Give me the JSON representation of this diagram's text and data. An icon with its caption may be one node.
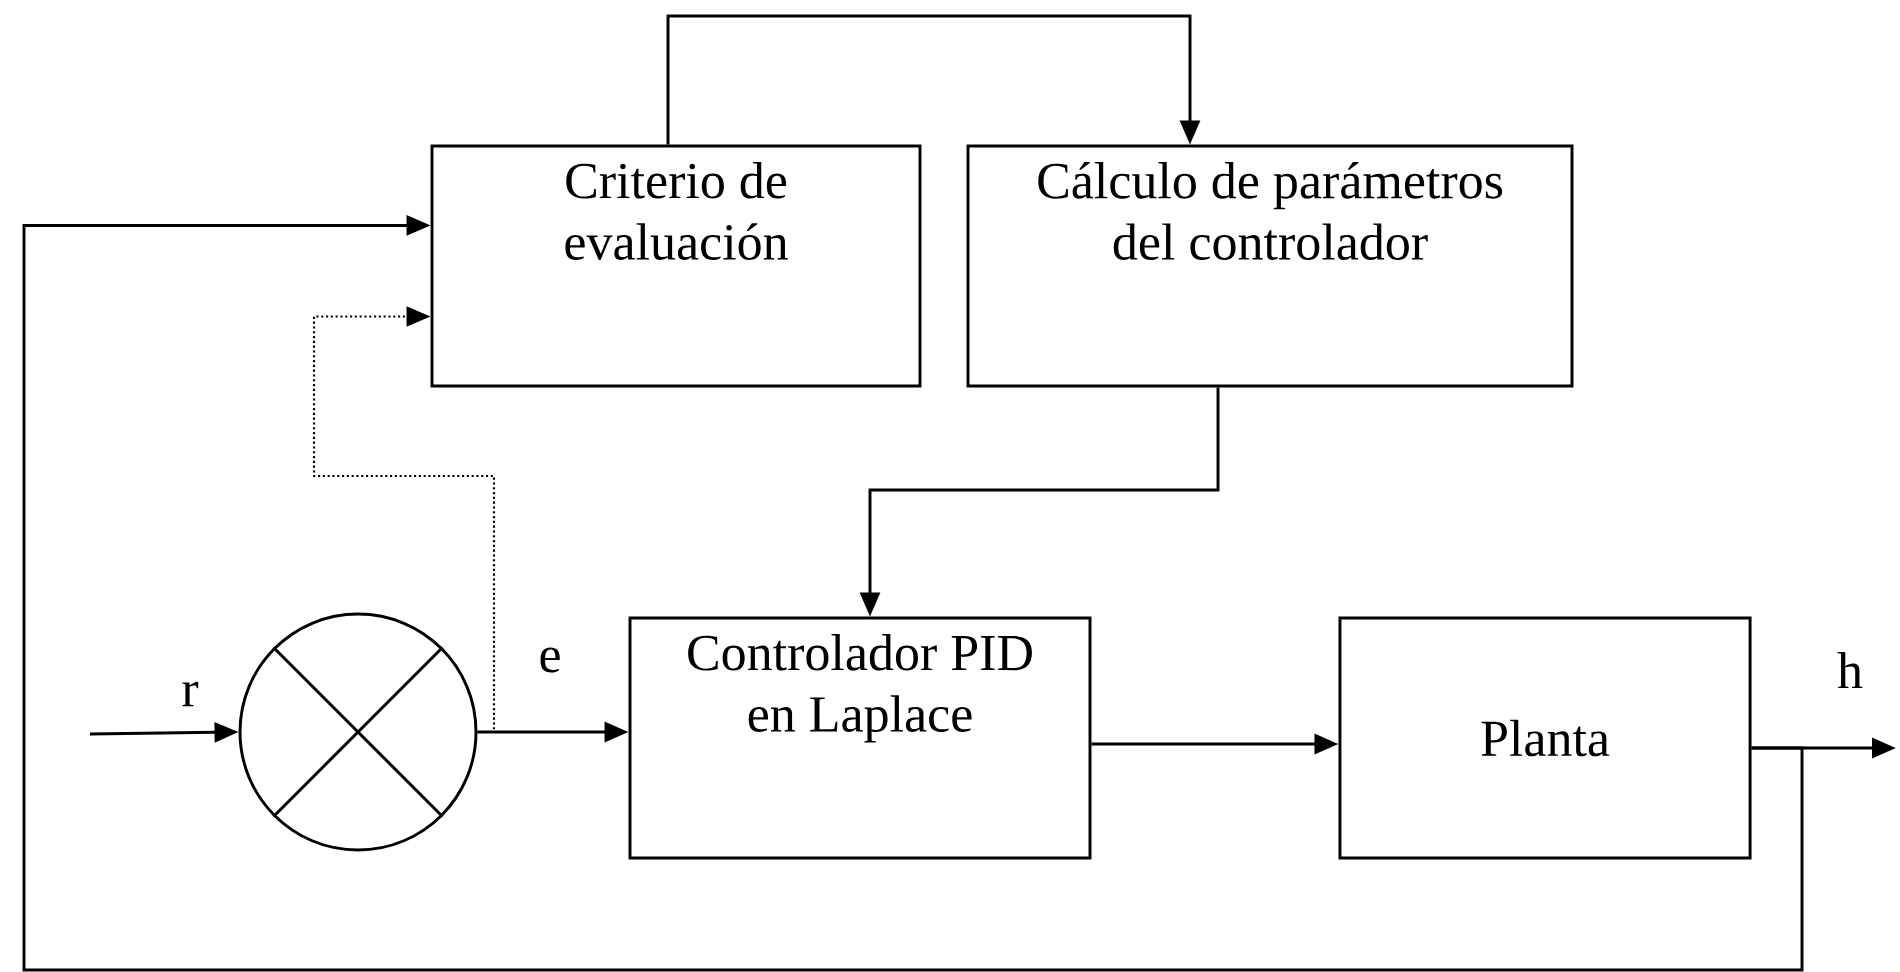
{
  "diagram": {
    "nodes": [
      {
        "text": [
          "Criterio de evaluación"
        ]
      },
      {
        "text": [
          "Cálculo de parámetros del controlador"
        ]
      },
      {
        "text": [],
        "shape": "circle"
      },
      {
        "text": [
          "Controlador PID en Laplace"
        ]
      },
      {
        "text": [
          "Planta"
        ]
      }
    ],
    "edges": [
      {
        "from": null,
        "to": 2,
        "arrow": "to",
        "label": "r"
      },
      {
        "from": 2,
        "to": 3,
        "arrow": "to",
        "label": "e"
      },
      {
        "from": 3,
        "to": 4,
        "arrow": "to"
      },
      {
        "from": 4,
        "to": null,
        "arrow": "to",
        "label": "h"
      },
      {
        "from": 4,
        "to": 0,
        "arrow": "to"
      },
      {
        "from": 2,
        "to": 0,
        "arrow": "to",
        "style": "dashed"
      },
      {
        "from": 0,
        "to": 1,
        "arrow": "to"
      },
      {
        "from": 1,
        "to": 3,
        "arrow": "to"
      }
    ]
  }
}
